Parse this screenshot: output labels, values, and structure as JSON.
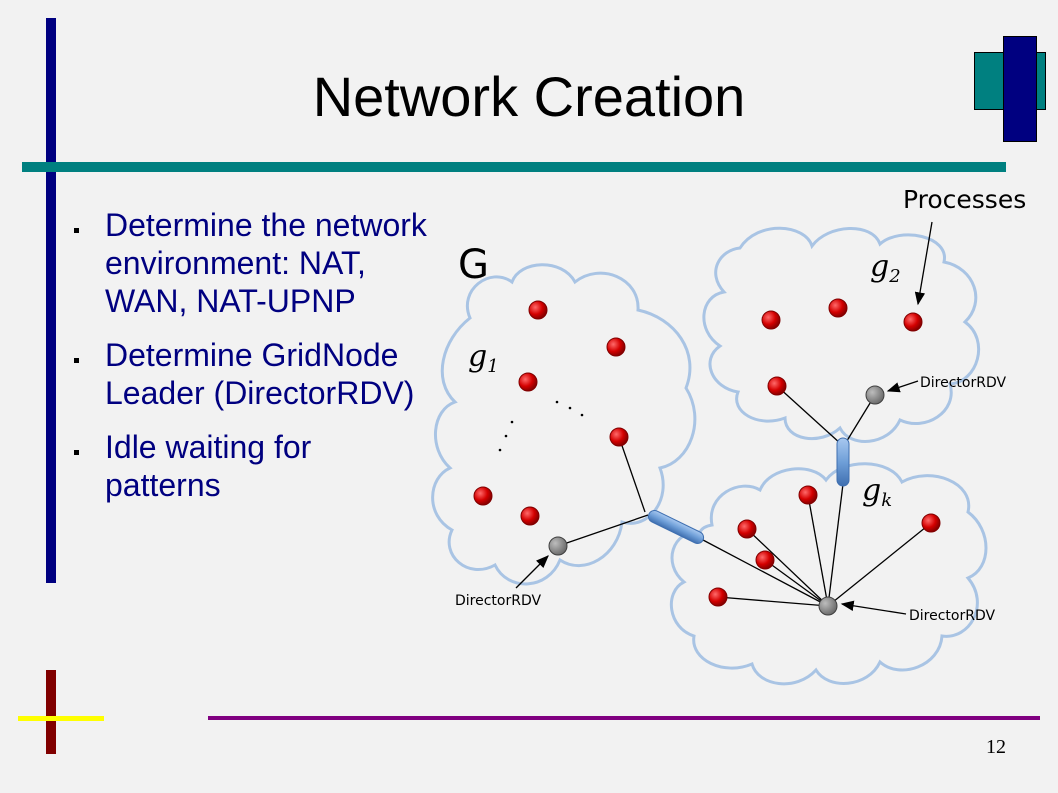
{
  "slide": {
    "title": "Network Creation",
    "page_number": "12",
    "bullets": [
      "Determine the network environment: NAT, WAN, NAT-UPNP",
      "Determine GridNode Leader (DirectorRDV)",
      "Idle waiting for patterns"
    ]
  },
  "diagram": {
    "graph_label": "G",
    "processes_label": "Processes",
    "groups": [
      {
        "label": "g",
        "subscript": "1",
        "director_label": "DirectorRDV"
      },
      {
        "label": "g",
        "subscript": "2",
        "director_label": "DirectorRDV"
      },
      {
        "label": "g",
        "subscript": "k",
        "director_label": "DirectorRDV"
      }
    ],
    "colors": {
      "process": "#cc0000",
      "director": "#808080",
      "cloud_stroke": "#a9c4e4",
      "link": "#6f9fd8"
    }
  },
  "theme": {
    "title_bar": "#008080",
    "left_bar": "#000080",
    "bottom_bar": "#800080",
    "accent_red": "#800000",
    "accent_yellow": "#ffff00",
    "bullet_text": "#000080"
  }
}
